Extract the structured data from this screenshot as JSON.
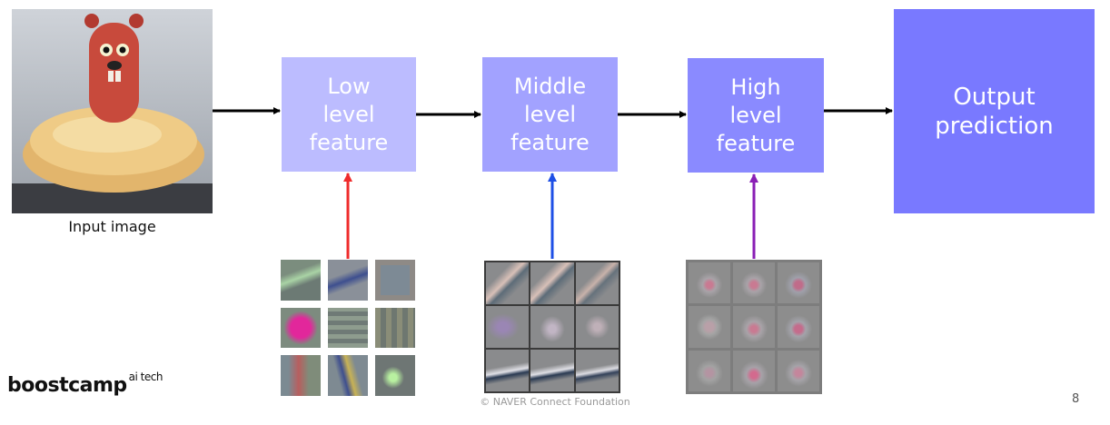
{
  "input": {
    "caption": "Input image"
  },
  "boxes": {
    "low": [
      "Low",
      "level",
      "feature"
    ],
    "middle": [
      "Middle",
      "level",
      "feature"
    ],
    "high": [
      "High",
      "level",
      "feature"
    ],
    "output": [
      "Output",
      "prediction"
    ]
  },
  "colors": {
    "low_box": "#bcbcff",
    "middle_box": "#a2a2ff",
    "high_box": "#8a8aff",
    "output_box": "#7979ff",
    "arrow_low": "#ef2b2b",
    "arrow_middle": "#1e4fe6",
    "arrow_high": "#8a1fb5",
    "flow_arrow": "#000000"
  },
  "branding": {
    "logo_main": "boostcamp",
    "logo_sup": "ai tech"
  },
  "footer": {
    "copyright": "© NAVER Connect Foundation",
    "page_number": "8"
  }
}
